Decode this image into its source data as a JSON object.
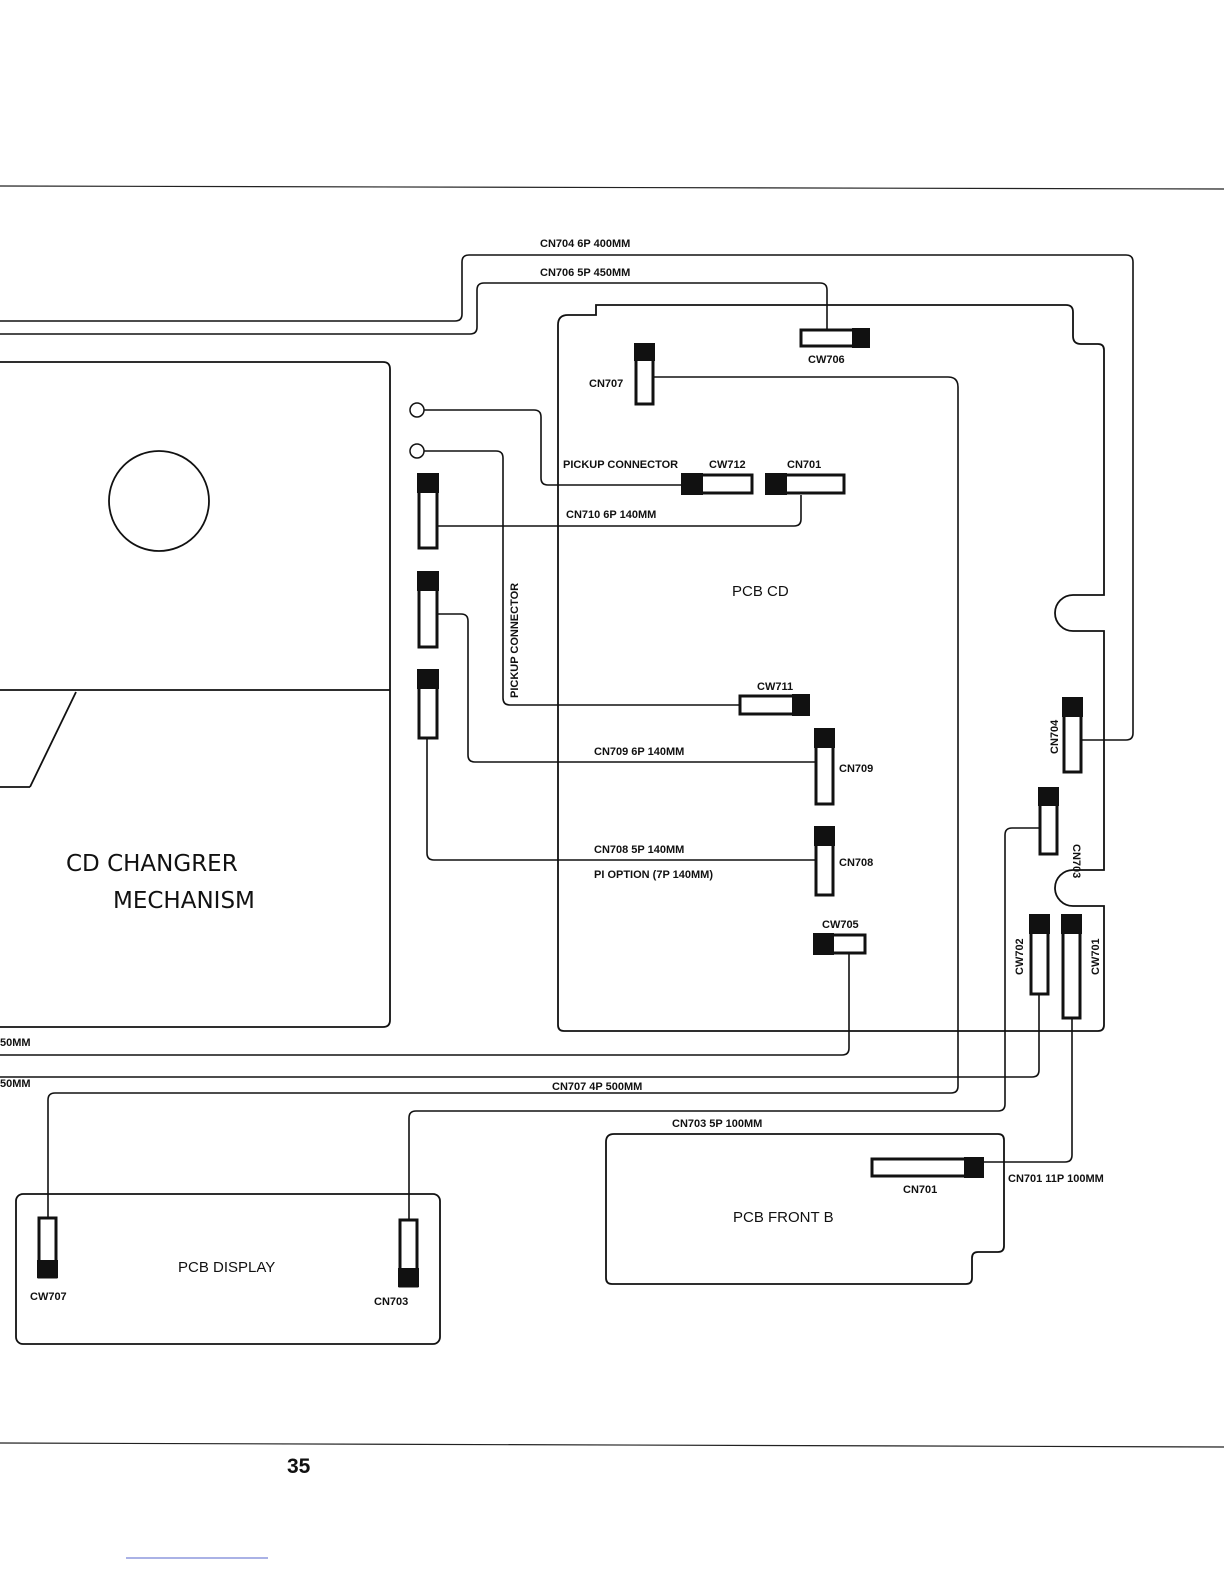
{
  "page_number": "35",
  "assemblies": {
    "mechanism_line1": "CD  CHANGRER",
    "mechanism_line2": "MECHANISM",
    "pcb_cd": "PCB  CD",
    "pcb_front_b": "PCB  FRONT  B",
    "pcb_display": "PCB  DISPLAY"
  },
  "cables": {
    "cn704": "CN704  6P  400MM",
    "cn706": "CN706  5P  450MM",
    "cn710": "CN710  6P  140MM",
    "cn709": "CN709  6P  140MM",
    "cn708": "CN708  5P  140MM",
    "pi_option": "PI  OPTION  (7P  140MM)",
    "cn707": "CN707  4P  500MM",
    "cn703": "CN703  5P  100MM",
    "cn701": "CN701  11P  100MM",
    "left_upper": "50MM",
    "left_lower": "50MM",
    "pickup_horizontal": "PICKUP  CONNECTOR",
    "pickup_vertical": "PICKUP  CONNECTOR"
  },
  "connectors": {
    "cw706": "CW706",
    "cn707_cd": "CN707",
    "cw712": "CW712",
    "cn701_cd": "CN701",
    "cw711": "CW711",
    "cn709": "CN709",
    "cn708": "CN708",
    "cw705": "CW705",
    "cn704_edge": "CN704",
    "cn703_edge": "CN703",
    "cw702_edge": "CW702",
    "cw701_edge": "CW701",
    "cn701_front": "CN701",
    "cw707_display": "CW707",
    "cn703_display": "CN703"
  }
}
